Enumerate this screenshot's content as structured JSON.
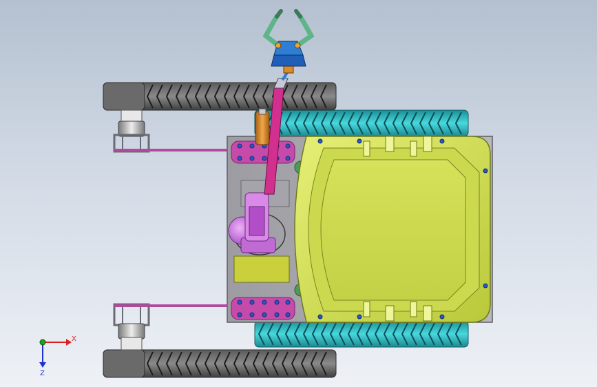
{
  "colors": {
    "background_top": "#b4c0d0",
    "background_bottom": "#eef1f6",
    "track_dark": "#4e4e4e",
    "track_mid": "#7a7a7a",
    "track_teal": "#2fc3c9",
    "chassis_gray": "#a9a9ad",
    "tray_yellow": "#d9e65a",
    "tray_inner": "#c8d84a",
    "arm_magenta": "#d23fa8",
    "arm_purple": "#c170d6",
    "gripper_green": "#5fb48a",
    "gripper_blue": "#2e7fd4",
    "cylinder_orange": "#d98a2a",
    "bolt_blue": "#2b56c8",
    "axis_x": "#e02020",
    "axis_y": "#20a020",
    "axis_z": "#2030d0"
  },
  "triad": {
    "x_label": "X",
    "z_label": "Z",
    "x_icon": "axis-x-arrow-icon",
    "y_icon": "axis-y-dot-icon",
    "z_icon": "axis-z-arrow-icon"
  },
  "model": {
    "parts": [
      "upper-left-track",
      "lower-left-track",
      "upper-teal-track",
      "lower-teal-track",
      "chassis-plate",
      "yellow-tray",
      "manipulator-arm",
      "gripper",
      "upper-drive-motor",
      "lower-drive-motor"
    ]
  }
}
